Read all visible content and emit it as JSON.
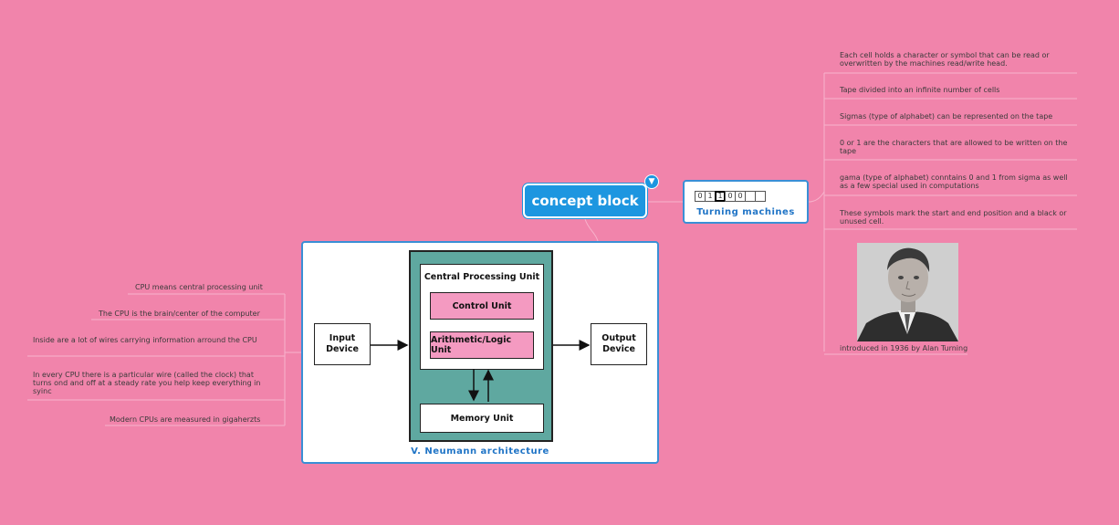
{
  "central_topic": {
    "label": "concept block",
    "collapse_icon": "chevron-down-icon"
  },
  "turing": {
    "title": "Turning machines",
    "tape": [
      "0",
      "1",
      "1",
      "0",
      "0",
      "",
      ""
    ],
    "notes": [
      "Each cell holds a character or symbol that can be read or overwritten by the machines read/write head.",
      "Tape divided into an infinite number of cells",
      "Sigmas (type of alphabet) can be represented on the tape",
      "0 or 1 are the characters that are allowed to be written on the tape",
      "gama (type of alphabet) conntains 0 and 1 from sigma as well as a few special used in computations",
      "These symbols mark the start and end position and a black or unused cell."
    ],
    "photo_caption": "introduced in 1936 by Alan Turning"
  },
  "neumann": {
    "title": "V. Neumann architecture",
    "input": "Input Device",
    "output": "Output Device",
    "cpu": "Central Processing Unit",
    "control": "Control Unit",
    "alu": "Arithmetic/Logic Unit",
    "memory": "Memory Unit",
    "notes": [
      "CPU means central processing unit",
      "The CPU is the brain/center of the computer",
      "Inside are a lot of wires carrying information arround the CPU",
      "In every CPU there is a particular wire (called the clock) that turns ond and off at a steady rate you help keep everything in syinc",
      "Modern CPUs are measured in gigaherzts"
    ]
  },
  "colors": {
    "background": "#f184ab",
    "accent": "#1d96e0",
    "title_text": "#1f74c6",
    "teal": "#5fa8a0",
    "pink_box": "#f49ac1"
  }
}
